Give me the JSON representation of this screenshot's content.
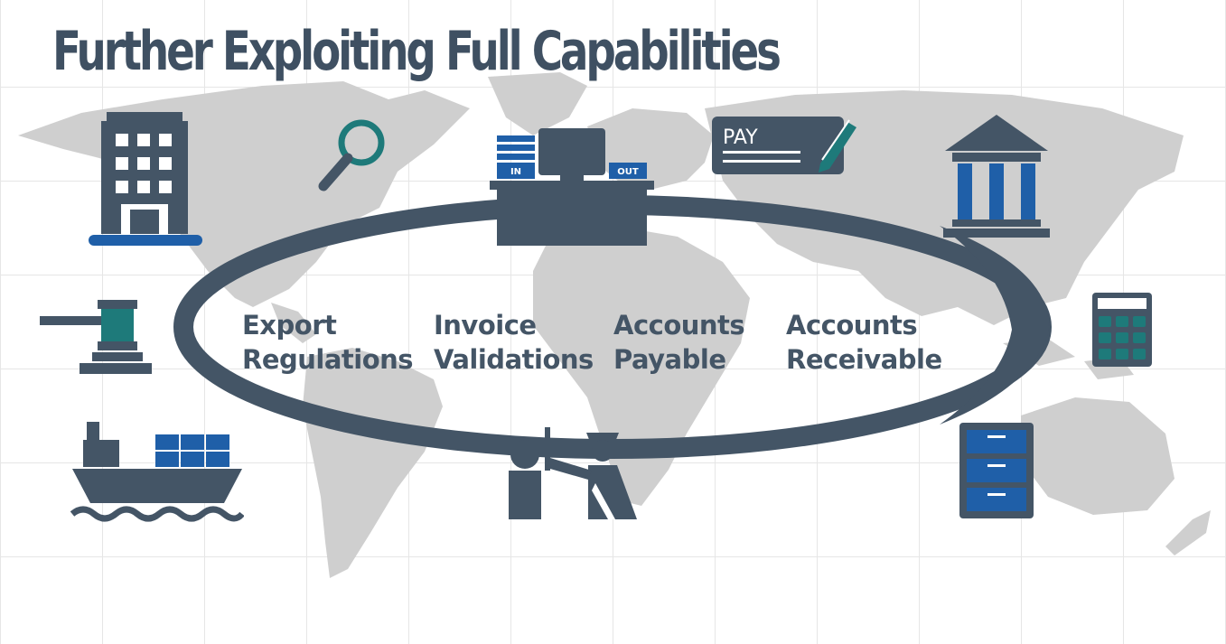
{
  "title": "Further Exploiting Full Capabilities",
  "labels": [
    {
      "line1": "Export",
      "line2": "Regulations"
    },
    {
      "line1": "Invoice",
      "line2": "Validations"
    },
    {
      "line1": "Accounts",
      "line2": "Payable"
    },
    {
      "line1": "Accounts",
      "line2": "Receivable"
    }
  ],
  "desk": {
    "in_label": "IN",
    "out_label": "OUT"
  },
  "check": {
    "pay_label": "PAY"
  },
  "icons": [
    "office-building-icon",
    "magnifying-glass-icon",
    "desk-inbox-icon",
    "pay-check-icon",
    "bank-icon",
    "gavel-icon",
    "calculator-icon",
    "cargo-ship-icon",
    "customs-officer-icon",
    "filing-cabinet-icon"
  ],
  "colors": {
    "dark": "#3f5062",
    "accent_blue": "#1f5fa8",
    "accent_teal": "#1e7a7a",
    "map_gray": "#cfcfcf"
  }
}
